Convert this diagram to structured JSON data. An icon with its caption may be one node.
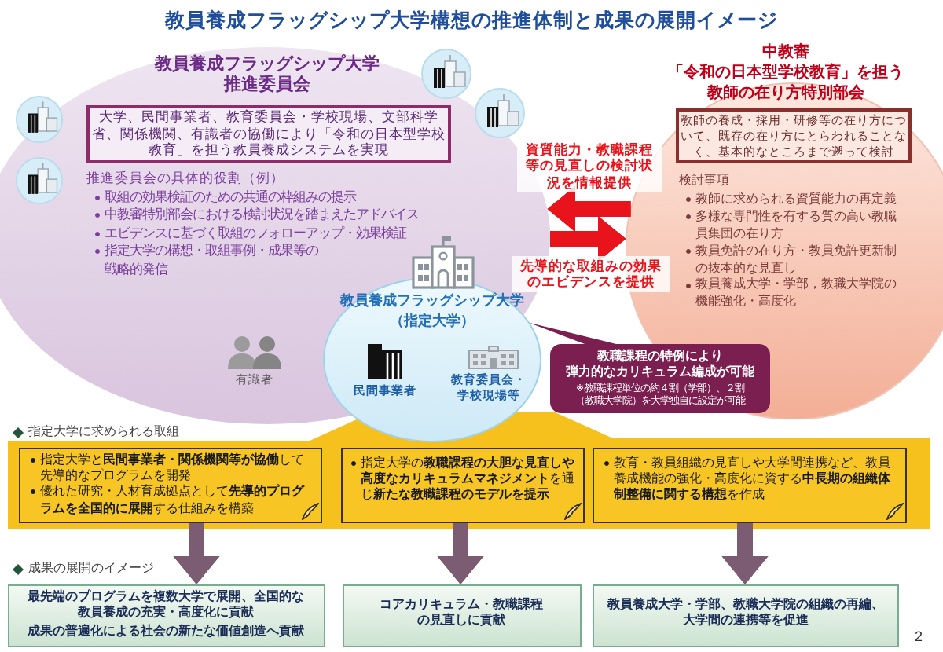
{
  "diagram": {
    "title": "教員養成フラッグシップ大学構想の推進体制と成果の展開イメージ",
    "nodes": [
      {
        "text": [
          "教員養成フラッグシップ大学推進委員会",
          "推進委員会の具体的役割（例）",
          "取組の効果検証のための共通の枠組みの提示",
          "中教審特別部会における検討状況を踏まえたアドバイス",
          "エビデンスに基づく取組のフォローアップ・効果検証",
          "指定大学の構想・取組事例・成果等の戦略的発信"
        ]
      },
      {
        "text": [
          "大学、民間事業者、教育委員会・学校現場、文部科学省、関係機関、有識者の協働により「令和の日本型学校教育」を担う教員養成システムを実現"
        ],
        "in": 0
      },
      {
        "text": [
          "中教審",
          "「令和の日本型学校教育」を担う教師の在り方特別部会",
          "検討事項",
          "教師に求められる資質能力の再定義",
          "多様な専門性を有する質の高い教職員集団の在り方",
          "教員免許の在り方・教員免許更新制の抜本的な見直し",
          "教員養成大学・学部，教職大学院の機能強化・高度化"
        ]
      },
      {
        "text": [
          "教師の養成・採用・研修等の在り方について、既存の在り方にとらわれることなく、基本的なところまで遡って検討"
        ],
        "in": 2
      },
      {
        "text": [
          "教員養成フラッグシップ大学（指定大学）",
          "民間事業者",
          "教育委員会・学校現場等"
        ]
      },
      {
        "text": [
          "教職課程の特例により",
          "弾力的なカリキュラム編成が可能",
          "※教職課程単位の約４割（学部）、２割（教職大学院）を大学独自に設定が可能"
        ]
      },
      {
        "text": [
          "指定大学に求められる取組"
        ]
      },
      {
        "text": [
          "指定大学と**民間事業者・関係機関等が協働**して先導的なプログラムを開発",
          "優れた研究・人材育成拠点として**先導的プログラムを全国的に展開**する仕組みを構築"
        ],
        "in": 6
      },
      {
        "text": [
          "指定大学の**教職課程の大胆な見直しや高度なカリキュラムマネジメント**を通じ**新たな教職課程のモデルを提示**"
        ],
        "in": 6
      },
      {
        "text": [
          "教育・教員組織の見直しや大学間連携など、教員養成機能の強化・高度化に資する**中長期の組織体制整備に関する構想**を作成"
        ],
        "in": 6
      },
      {
        "text": [
          "最先端のプログラムを複数大学で展開、全国的な教員養成の充実・高度化に貢献",
          "成果の普遍化による社会の新たな価値創造へ貢献"
        ]
      },
      {
        "text": [
          "コアカリキュラム・教職課程の見直しに貢献"
        ]
      },
      {
        "text": [
          "教員養成大学・学部、教職大学院の組織の再編、大学間の連携等を促進"
        ]
      }
    ],
    "edges": [
      {
        "from": 2,
        "to": 0,
        "arrow": "to",
        "label": "資質能力・教職課程等の見直しの検討状況を情報提供",
        "color": "#e8131b"
      },
      {
        "from": 0,
        "to": 2,
        "arrow": "to",
        "label": "先導的な取組みの効果のエビデンスを提供",
        "color": "#e8131b"
      },
      {
        "from": 5,
        "to": 4,
        "arrow": "none",
        "color": "#7a1f50"
      },
      {
        "from": 7,
        "to": 10,
        "arrow": "to"
      },
      {
        "from": 8,
        "to": 11,
        "arrow": "to"
      },
      {
        "from": 9,
        "to": 12,
        "arrow": "to"
      }
    ],
    "labels": [
      "有識者",
      "成果の展開のイメージ",
      "2"
    ]
  }
}
